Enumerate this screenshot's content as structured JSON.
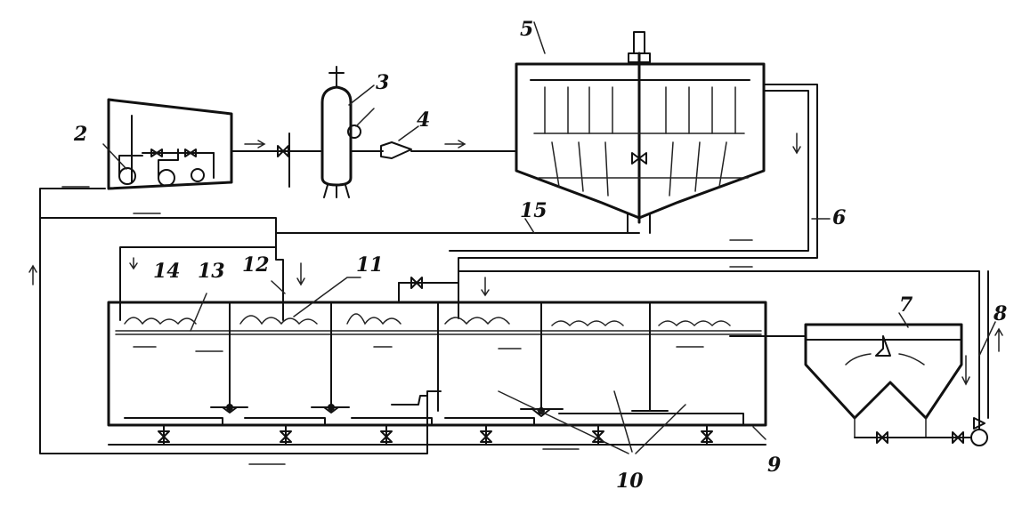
{
  "labels": {
    "l1": "2",
    "l2": "3",
    "l3": "4",
    "l4": "5",
    "l5": "6",
    "l6": "7",
    "l7": "8",
    "l8": "9",
    "l9": "10",
    "l10": "11",
    "l11": "12",
    "l12": "13",
    "l13": "14",
    "l14": "15"
  }
}
